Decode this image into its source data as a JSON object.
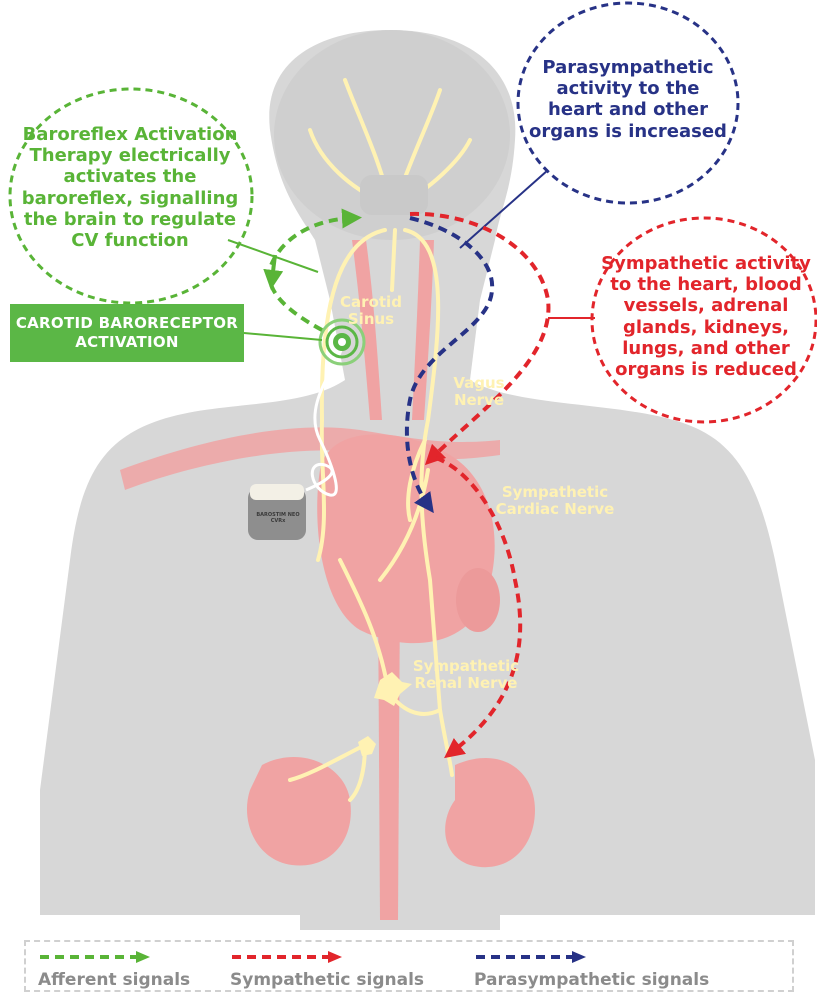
{
  "labels": {
    "baroreflex_therapy": "Baroreflex Activation Therapy electrically activates the baroreflex, signalling the brain to regulate CV function",
    "parasympathetic_activity": "Parasympathetic activity to the heart and other organs is increased",
    "sympathetic_activity": "Sympathetic activity to the heart, blood vessels, adrenal glands, kidneys, lungs, and other organs is reduced",
    "carotid_activation": "CAROTID BARORECEPTOR ACTIVATION",
    "carotid_sinus": "Carotid Sinus",
    "vagus_nerve": "Vagus Nerve",
    "sympathetic_cardiac_nerve": "Sympathetic Cardiac Nerve",
    "sympathetic_renal_nerve": "Sympathetic Renal Nerve",
    "device": "BAROSTIM NEO CVRx"
  },
  "legend": [
    {
      "label": "Afferent signals",
      "color": "#59b437"
    },
    {
      "label": "Sympathetic signals",
      "color": "#e2252b"
    },
    {
      "label": "Parasympathetic signals",
      "color": "#273286"
    }
  ],
  "colors": {
    "body_silhouette": "#d7d7d7",
    "organs": "#f0a3a3",
    "nerves": "#fff2b3",
    "afferent": "#59b437",
    "sympathetic": "#e2252b",
    "parasympathetic": "#273286"
  }
}
